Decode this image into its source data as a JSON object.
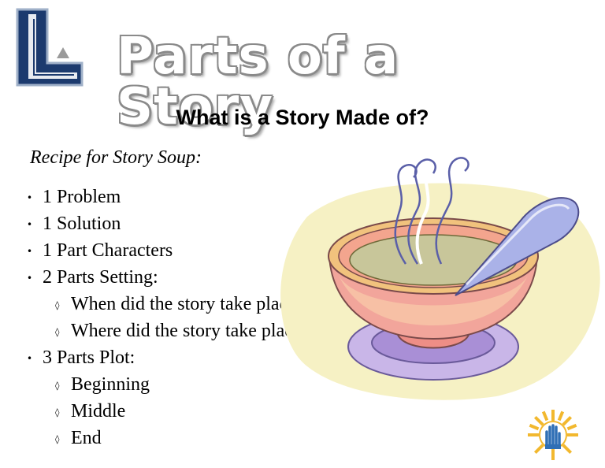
{
  "title": "Parts of a Story",
  "subtitle": "What is a Story Made of?",
  "recipe_heading": "Recipe for Story Soup:",
  "items": [
    {
      "text": "1 Problem",
      "level": 1
    },
    {
      "text": "1 Solution",
      "level": 1
    },
    {
      "text": "1 Part Characters",
      "level": 1
    },
    {
      "text": "2 Parts Setting:",
      "level": 1
    },
    {
      "text": "When did the story take place?",
      "level": 2
    },
    {
      "text": "Where did the story take place?",
      "level": 2
    },
    {
      "text": "3 Parts Plot:",
      "level": 1
    },
    {
      "text": "Beginning",
      "level": 2
    },
    {
      "text": "Middle",
      "level": 2
    },
    {
      "text": "End",
      "level": 2
    }
  ],
  "bullets": {
    "level1": "•",
    "level2": "◊"
  },
  "colors": {
    "logo_navy": "#1c3a6e",
    "title_outline": "#8a8a8a",
    "badge_yellow": "#f2b82e",
    "badge_blue": "#2f6fb5"
  }
}
